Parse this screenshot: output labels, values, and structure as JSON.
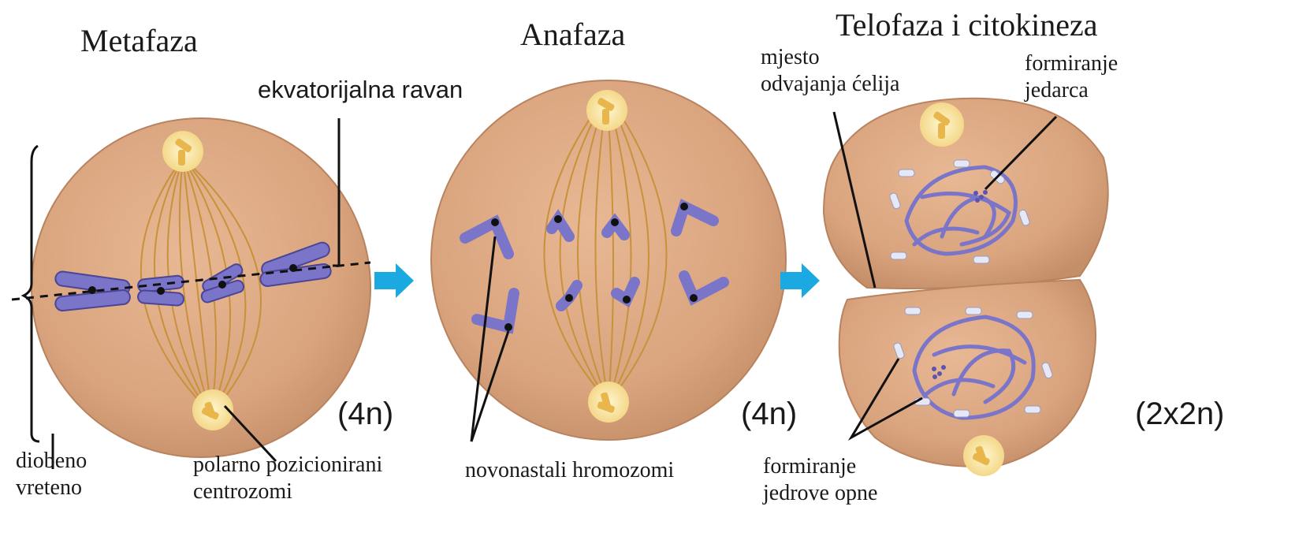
{
  "titles": {
    "metafaza": "Metafaza",
    "anafaza": "Anafaza",
    "telofaza": "Telofaza i citokineza"
  },
  "labels": {
    "ekvatorijalna": "ekvatorijalna ravan",
    "diobeno": "diobeno\nvreteno",
    "polarno": "polarno pozicionirani\ncentrozomi",
    "novonastali": "novonastali hromozomi",
    "mjesto": "mjesto\nodvajanja ćelija",
    "jedarce": "formiranje\njedarca",
    "opne": "formiranje\njedrove opne"
  },
  "ploidy": {
    "meta": "(4n)",
    "ana": "(4n)",
    "telo": "(2x2n)"
  },
  "colors": {
    "cell": "#d9a47e",
    "cell_edge": "#b8835e",
    "chromosome": "#7a75c9",
    "chromosome_edge": "#4b4596",
    "spindle": "#c8923a",
    "centrosome": "#f2d87a",
    "arrow": "#1aa9e0",
    "envelope": "#e6e8f6"
  }
}
